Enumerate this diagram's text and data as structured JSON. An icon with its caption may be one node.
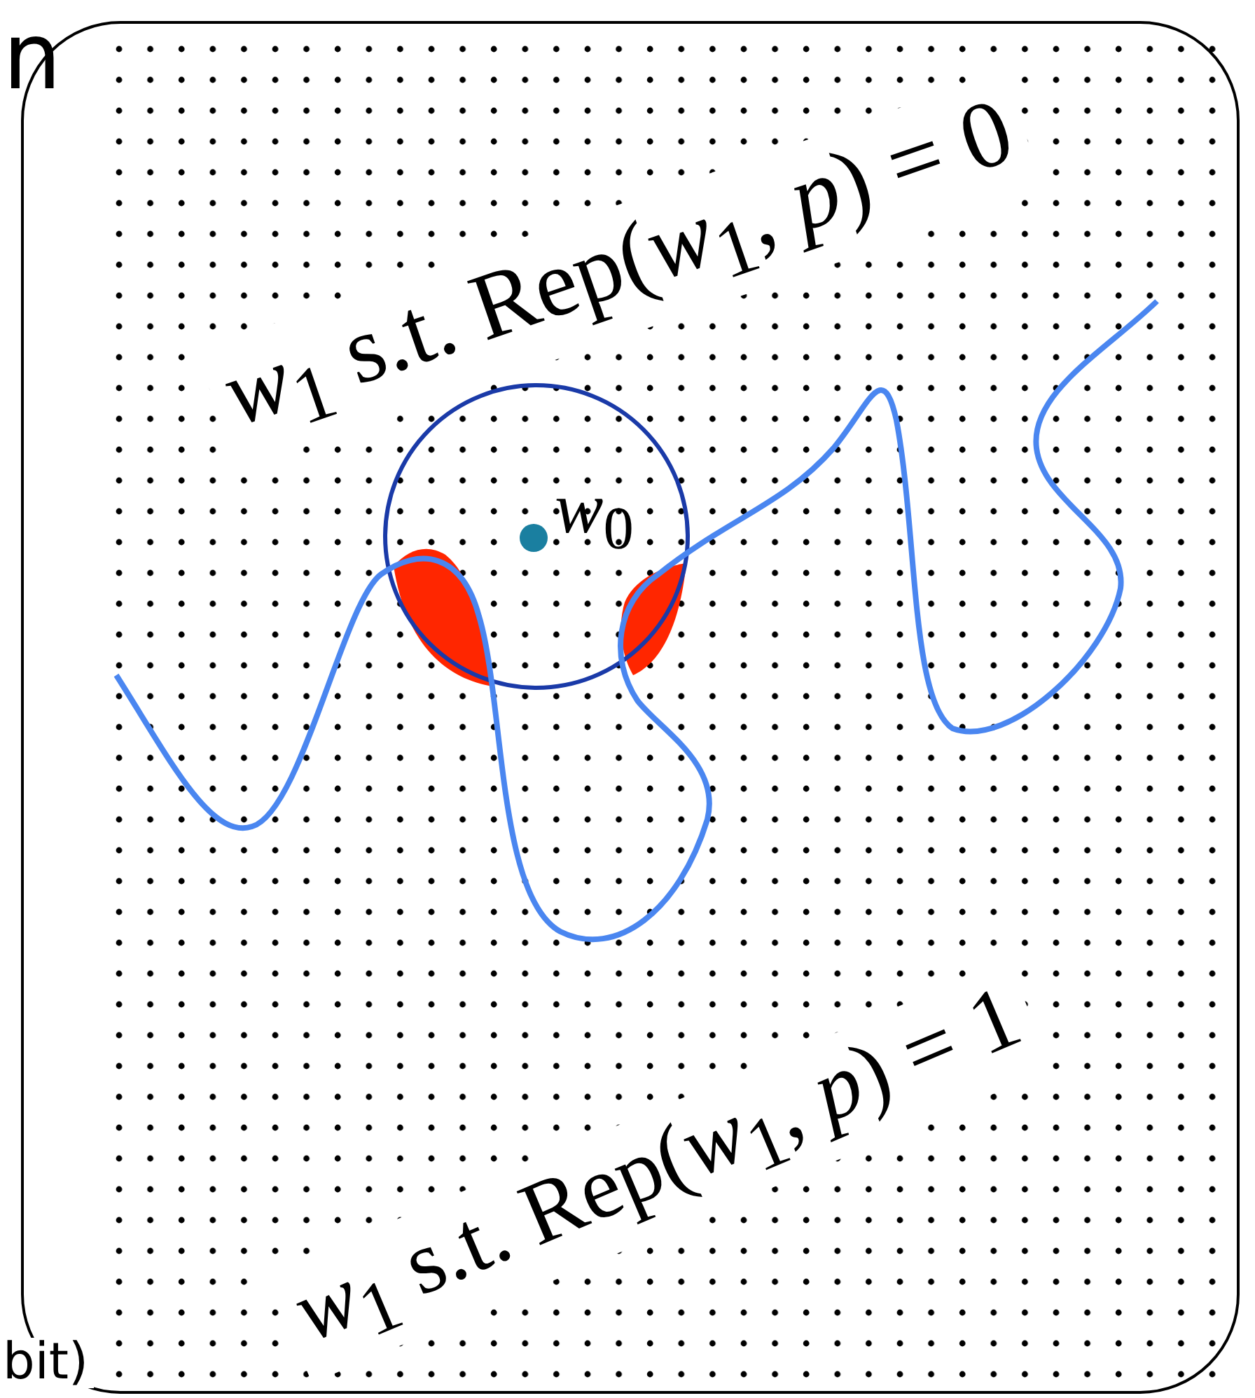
{
  "diagram": {
    "labels": [
      "n",
      "*w*$_{1}$ s.t. Rep(*w*$_{1}$, *p*) = 0",
      "*w*$_{0}$",
      "*w*$_{1}$ s.t. Rep(*w*$_{1}$, *p*) = 1",
      "bit)"
    ]
  }
}
